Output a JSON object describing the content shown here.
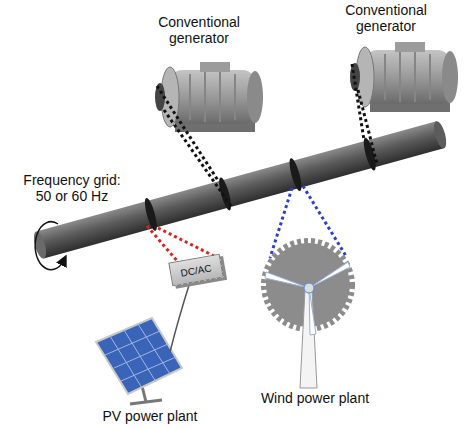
{
  "diagram": {
    "nodes": [
      {
        "text": [
          "DC/AC"
        ]
      }
    ],
    "labels": [
      "Conventional generator",
      "Conventional generator",
      "Frequency grid: 50 or 60 Hz",
      "PV power plant",
      "Wind power plant"
    ]
  }
}
